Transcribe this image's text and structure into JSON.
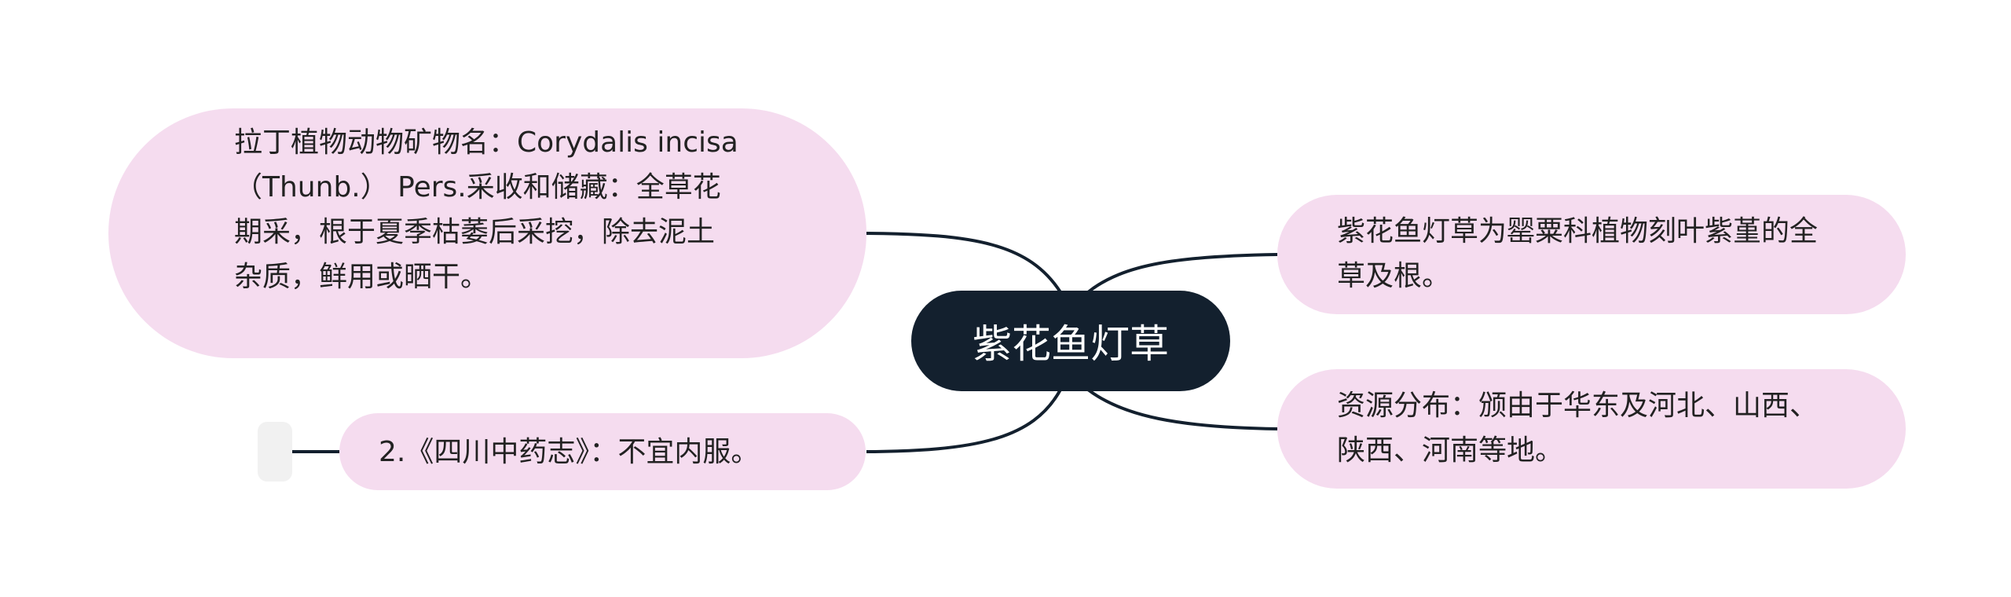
{
  "mindmap": {
    "central_topic": "紫花鱼灯草",
    "left_branches": [
      {
        "text": "拉丁植物动物矿物名：Corydalis incisa （Thunb.） Pers.采收和储藏：全草花期采，根于夏季枯萎后采挖，除去泥土杂质，鲜用或晒干。"
      },
      {
        "text": "2.《四川中药志》：不宜内服。"
      }
    ],
    "right_branches": [
      {
        "text": "紫花鱼灯草为罂粟科植物刻叶紫堇的全草及根。"
      },
      {
        "text": "资源分布：颁由于华东及河北、山西、陕西、河南等地。"
      }
    ]
  },
  "colors": {
    "root_fill": "#13202e",
    "root_text": "#ffffff",
    "node_fill": "#f5dcef",
    "node_text": "#222222",
    "connector": "#13202e",
    "collapsed_stub": "#f1f1f1"
  }
}
